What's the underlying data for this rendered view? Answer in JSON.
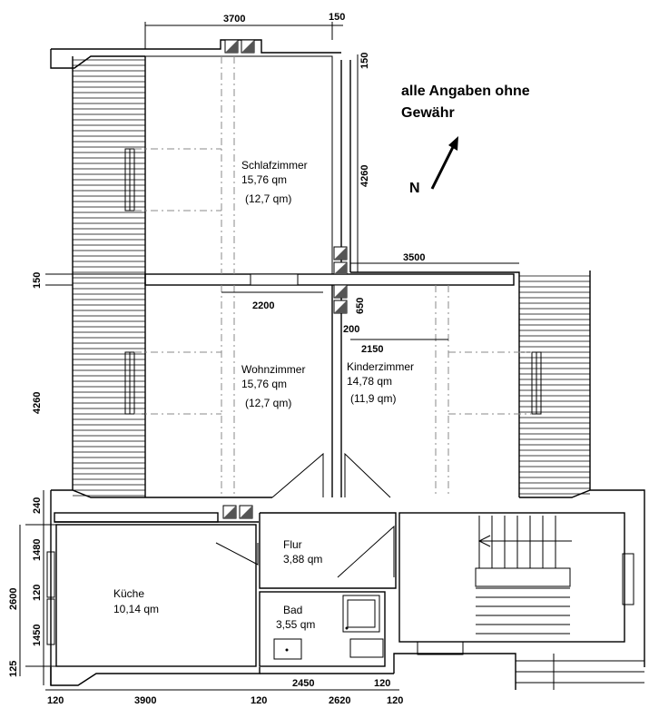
{
  "plan": {
    "note": {
      "line1": "alle Angaben ohne",
      "line2": "Gewähr"
    },
    "north_label": "N",
    "rooms": {
      "schlafzimmer": {
        "name": "Schlafzimmer",
        "area": "15,76 qm",
        "area_alt": "(12,7 qm)"
      },
      "wohnzimmer": {
        "name": "Wohnzimmer",
        "area": "15,76 qm",
        "area_alt": "(12,7 qm)"
      },
      "kinderzimmer": {
        "name": "Kinderzimmer",
        "area": "14,78 qm",
        "area_alt": "(11,9 qm)"
      },
      "flur": {
        "name": "Flur",
        "area": "3,88 qm"
      },
      "kueche": {
        "name": "Küche",
        "area": "10,14 qm"
      },
      "bad": {
        "name": "Bad",
        "area": "3,55 qm"
      }
    },
    "dimensions": {
      "top_width": "3700",
      "top_right": "150",
      "right_150": "150",
      "right_4260": "4260",
      "kinder_width": "3500",
      "door_2200": "2200",
      "right_650": "650",
      "right_200": "200",
      "kinder_2150": "2150",
      "left_150": "150",
      "left_4260": "4260",
      "left_240": "240",
      "left_1480": "1480",
      "left_120": "120",
      "left_2600": "2600",
      "left_1450": "1450",
      "left_125": "125",
      "bottom_2450": "2450",
      "bottom_120_right": "120",
      "bottom_120_a": "120",
      "bottom_3900": "3900",
      "bottom_120_b": "120",
      "bottom_2620": "2620",
      "bottom_120_c": "120"
    }
  }
}
